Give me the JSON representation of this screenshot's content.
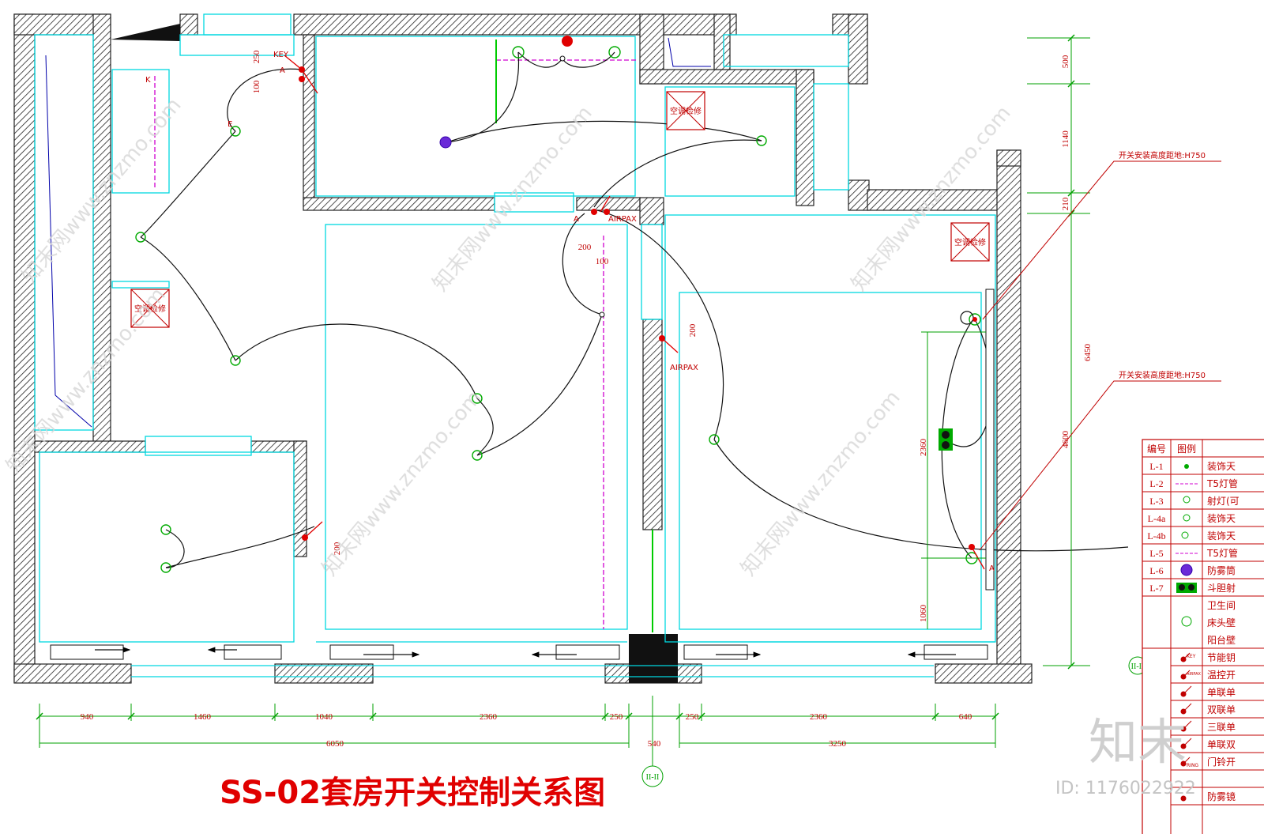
{
  "title": "SS-02套房开关控制关系图",
  "labels": {
    "key": "KEY",
    "a_mark": "A",
    "k_mark": "K",
    "e_mark": "E",
    "airpax": "AIRPAX",
    "axis_marker": "II-II"
  },
  "ac_boxes": {
    "upper": "空调检修",
    "right": "空调检修",
    "left": "空调检修"
  },
  "notes": {
    "switch_height_1": "开关安装高度距地:H750",
    "switch_height_2": "开关安装高度距地:H750"
  },
  "dimensions": {
    "bottom_row1": [
      "940",
      "1460",
      "1040",
      "2360",
      "250",
      "250",
      "2360",
      "640"
    ],
    "bottom_row2": [
      "6050",
      "540",
      "3250"
    ],
    "right_vertical": [
      "500",
      "1140",
      "210",
      "6450",
      "4600"
    ],
    "local": {
      "d250": "250",
      "d100a": "100",
      "d200a": "200",
      "d100b": "100",
      "d200b": "200",
      "d200c": "200",
      "d2360": "2360",
      "d1060": "1060"
    }
  },
  "legend": {
    "header": [
      "编号",
      "图例"
    ],
    "rows": [
      {
        "code": "L-1",
        "desc": "装饰天"
      },
      {
        "code": "L-2",
        "desc": "T5灯管"
      },
      {
        "code": "L-3",
        "desc": "射灯(可"
      },
      {
        "code": "L-4a",
        "desc": "装饰天"
      },
      {
        "code": "L-4b",
        "desc": "装饰天"
      },
      {
        "code": "L-5",
        "desc": "T5灯管"
      },
      {
        "code": "L-6",
        "desc": "防雾筒"
      },
      {
        "code": "L-7",
        "desc": "斗胆射"
      }
    ],
    "multi_row": [
      "卫生间",
      "床头壁",
      "阳台壁"
    ],
    "switch_rows": [
      "节能钥",
      "温控开",
      "单联单",
      "双联单",
      "三联单",
      "单联双",
      "门铃开",
      "",
      "防雾镜"
    ],
    "symbol_tags": {
      "key": "KEY",
      "airpax": "AIRPAX",
      "ring": "RING"
    }
  },
  "watermark": {
    "site": "知末网www.znzmo.com",
    "logo": "知末",
    "id": "ID: 1176022922"
  },
  "colors": {
    "wall": "#222222",
    "cyan": "#00d8e0",
    "green": "#00cc00",
    "red": "#e00000",
    "magenta": "#d000d0",
    "dim": "#00a000"
  }
}
